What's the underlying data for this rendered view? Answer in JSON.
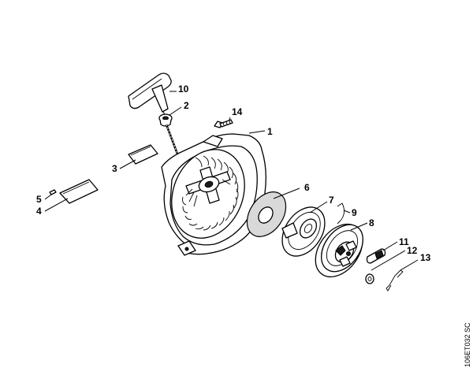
{
  "diagram": {
    "callouts": [
      {
        "id": "1",
        "label": "1"
      },
      {
        "id": "2",
        "label": "2"
      },
      {
        "id": "3",
        "label": "3"
      },
      {
        "id": "4",
        "label": "4"
      },
      {
        "id": "5",
        "label": "5"
      },
      {
        "id": "6",
        "label": "6"
      },
      {
        "id": "7",
        "label": "7"
      },
      {
        "id": "8",
        "label": "8"
      },
      {
        "id": "9",
        "label": "9"
      },
      {
        "id": "10",
        "label": "10"
      },
      {
        "id": "11",
        "label": "11"
      },
      {
        "id": "12",
        "label": "12"
      },
      {
        "id": "13",
        "label": "13"
      },
      {
        "id": "14",
        "label": "14"
      }
    ],
    "drawing_code": "106ET032 SC"
  },
  "colors": {
    "ink": "#000000",
    "background": "#ffffff",
    "shade": "#d9d9d9"
  }
}
